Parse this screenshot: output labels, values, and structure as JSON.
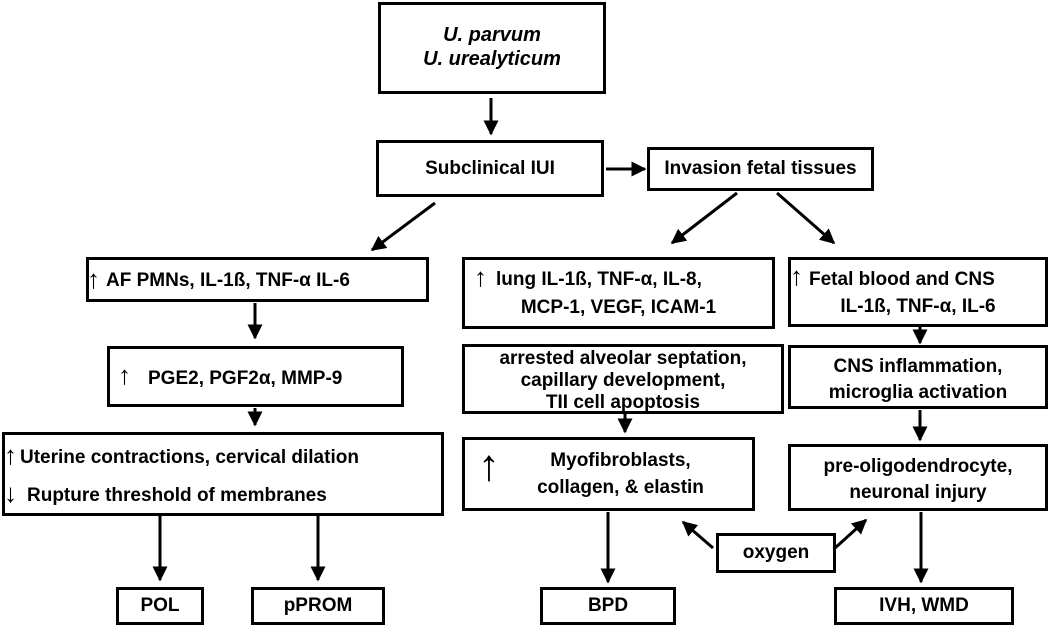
{
  "source": {
    "line1": "U. parvum",
    "line2": "U. urealyticum"
  },
  "subclinical": "Subclinical IUI",
  "invasion": "Invasion fetal tissues",
  "left": {
    "box1": "AF PMNs, IL-1ß, TNF-α IL-6",
    "box2": "PGE2, PGF2α, MMP-9",
    "box3_line1": "Uterine contractions,  cervical dilation",
    "box3_line2": "Rupture threshold of membranes",
    "out1": "POL",
    "out2": "pPROM"
  },
  "middle": {
    "box1_line1": "lung IL-1ß, TNF-α, IL-8,",
    "box1_line2": "MCP-1, VEGF, ICAM-1",
    "box2_line1": "arrested alveolar septation,",
    "box2_line2": "capillary development,",
    "box2_line3": "TII cell apoptosis",
    "box3_line1": "Myofibroblasts,",
    "box3_line2": "collagen, & elastin",
    "out": "BPD"
  },
  "right": {
    "box1_line1": "Fetal blood and CNS",
    "box1_line2": "IL-1ß, TNF-α, IL-6",
    "box2_line1": "CNS inflammation,",
    "box2_line2": "microglia activation",
    "box3_line1": "pre-oligodendrocyte,",
    "box3_line2": "neuronal injury",
    "out": "IVH, WMD"
  },
  "oxygen": "oxygen",
  "symbols": {
    "up": "↑",
    "down": "↓"
  }
}
